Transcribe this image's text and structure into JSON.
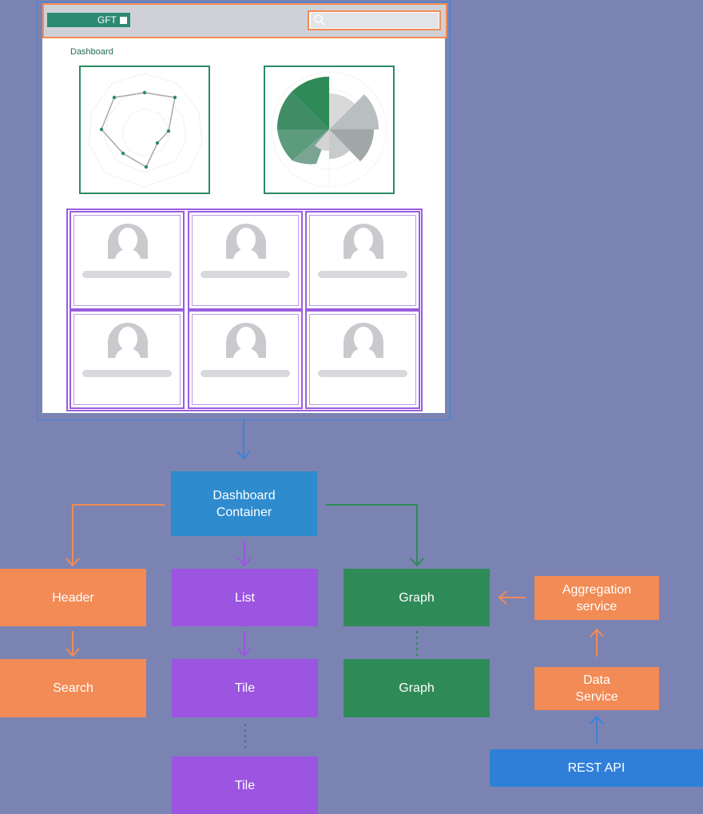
{
  "mockup": {
    "logo_text": "GFT",
    "dashboard_label": "Dashboard",
    "tile_count": 6
  },
  "diagram": {
    "dashboard_container": [
      "Dashboard",
      "Container"
    ],
    "header": "Header",
    "search": "Search",
    "list": "List",
    "tile_1": "Tile",
    "tile_2": "Tile",
    "graph_1": "Graph",
    "graph_2": "Graph",
    "aggregation_service": [
      "Aggregation",
      "service"
    ],
    "data_service": [
      "Data",
      "Service"
    ],
    "rest_api": "REST API"
  },
  "colors": {
    "background": "#7b83b3",
    "container": "#2e8bcd",
    "header_branch": "#f28b55",
    "list_branch": "#9b55e0",
    "graph_branch": "#2e8b57",
    "rest_api": "#2f7fd9"
  }
}
